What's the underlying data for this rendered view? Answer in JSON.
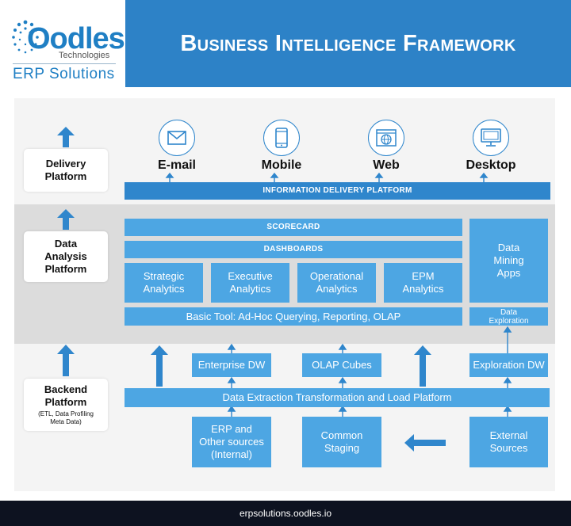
{
  "logo": {
    "word": "Oodles",
    "sub": "Technologies",
    "tagline": "ERP Solutions"
  },
  "title": "Business Intelligence Framework",
  "layers": {
    "delivery": {
      "title_line1": "Delivery",
      "title_line2": "Platform"
    },
    "analysis": {
      "title_line1": "Data",
      "title_line2": "Analysis",
      "title_line3": "Platform"
    },
    "backend": {
      "title_line1": "Backend",
      "title_line2": "Platform",
      "note_line1": "(ETL, Data Profiling",
      "note_line2": "Meta Data)"
    }
  },
  "channels": [
    {
      "label": "E-mail",
      "icon": "envelope-icon"
    },
    {
      "label": "Mobile",
      "icon": "mobile-phone-icon"
    },
    {
      "label": "Web",
      "icon": "globe-browser-icon"
    },
    {
      "label": "Desktop",
      "icon": "desktop-monitor-icon"
    }
  ],
  "delivery_bar": "INFORMATION DELIVERY PLATFORM",
  "analysis": {
    "scorecard": "SCORECARD",
    "dashboards": "DASHBOARDS",
    "tiles": [
      {
        "line1": "Strategic",
        "line2": "Analytics"
      },
      {
        "line1": "Executive",
        "line2": "Analytics"
      },
      {
        "line1": "Operational",
        "line2": "Analytics"
      },
      {
        "line1": "EPM",
        "line2": "Analytics"
      }
    ],
    "basic_tool": "Basic Tool: Ad-Hoc Querying, Reporting, OLAP",
    "mining": {
      "line1": "Data",
      "line2": "Mining",
      "line3": "Apps"
    },
    "exploration": {
      "line1": "Data",
      "line2": "Exploration"
    }
  },
  "backend": {
    "enterprise_dw": "Enterprise DW",
    "olap_cubes": "OLAP Cubes",
    "exploration_dw": "Exploration DW",
    "etl_bar": "Data Extraction Transformation and Load Platform",
    "erp_sources": {
      "line1": "ERP and",
      "line2": "Other sources",
      "line3": "(Internal)"
    },
    "common_staging": {
      "line1": "Common",
      "line2": "Staging"
    },
    "external_sources": {
      "line1": "External",
      "line2": "Sources"
    }
  },
  "footer": "erpsolutions.oodles.io",
  "colors": {
    "header_blue": "#2d82c7",
    "block_blue": "#4da6e3",
    "dark_blue": "#2f86cc",
    "footer": "#0d1220"
  }
}
